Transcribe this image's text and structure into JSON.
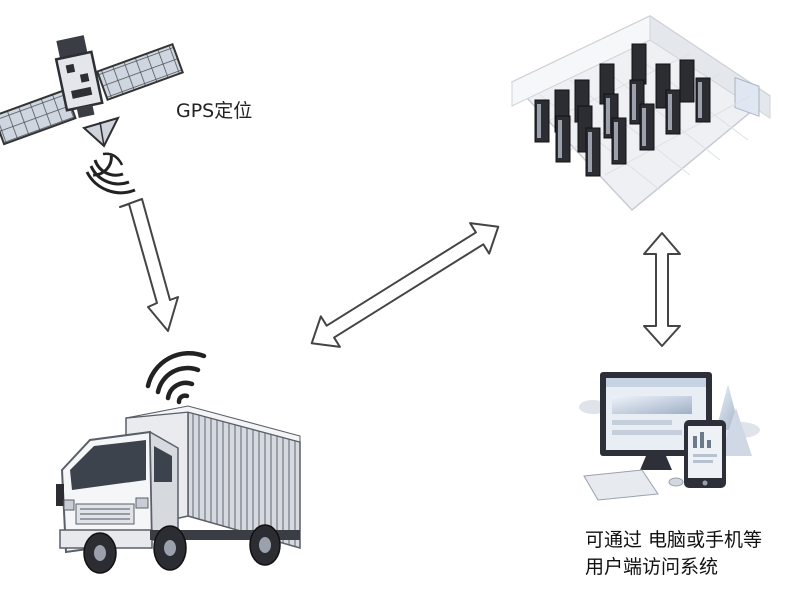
{
  "diagram": {
    "gps_label": "GPS定位",
    "access_label_line1": "可通过 电脑或手机等",
    "access_label_line2": "用户端访问系统"
  },
  "nodes": {
    "satellite": "satellite-icon",
    "server_room": "server-room-icon",
    "truck": "truck-icon",
    "computer_phone": "computer-phone-icon",
    "wifi": "wifi-signal-icon"
  },
  "colors": {
    "stroke": "#555555",
    "panel_blue": "#d9e6f3",
    "server_dark": "#2b2d33",
    "floor": "#eef0f4"
  }
}
